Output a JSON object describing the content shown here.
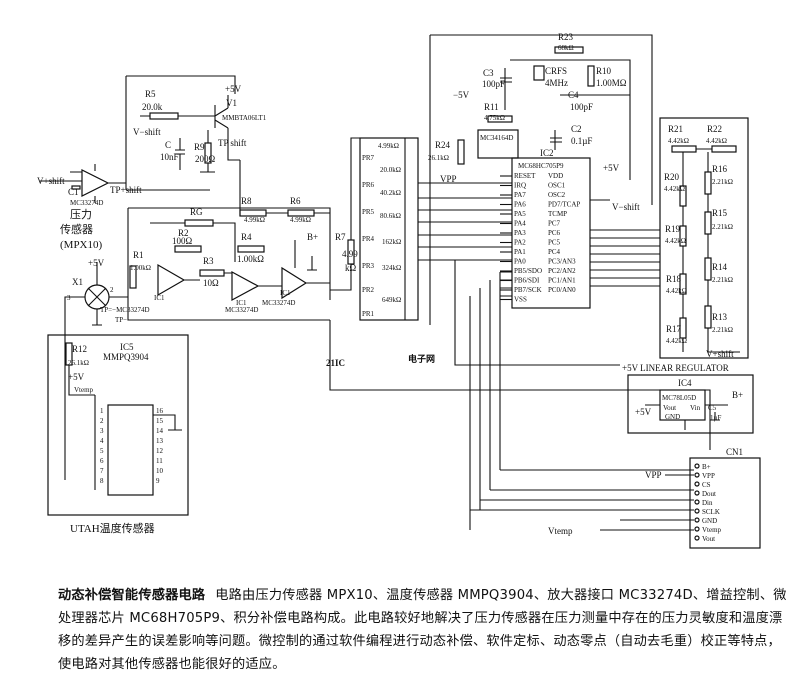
{
  "labels": {
    "vshift_left": "V+shift",
    "c1": "C1",
    "ic_mc33274d_top": "MC33274D",
    "tp_shift": "TP+shift",
    "sensor_cn1": "压力",
    "sensor_cn2": "传感器",
    "sensor_model": "(MPX10)",
    "x1": "X1",
    "plus5v_left": "+5V",
    "r5": "R5",
    "r5_val": "20.0k",
    "vshift_mid": "V−shift",
    "c": "C",
    "c_val": "10nF",
    "r9": "R9",
    "r9_val": "200Ω",
    "plus5v_top": "+5V",
    "v1": "V1",
    "mmbta": "MMBTA06LT1",
    "tp_shift2": "TP shift",
    "rg": "RG",
    "r2": "R2",
    "r2_val": "100Ω",
    "r1": "R1",
    "r1_val": "1.00kΩ",
    "r3": "R3",
    "r3_val": "10Ω",
    "r4": "R4",
    "r4_val": "1.00kΩ",
    "r8": "R8",
    "r8_val": "4.99kΩ",
    "r6": "R6",
    "r6_val": "4.99kΩ",
    "r7": "R7",
    "r7_val": "4.99",
    "r7_unit": "kΩ",
    "bplus": "B+",
    "tp_mc": "TP=−MC33274D",
    "mc_ic1b": "MC33274D",
    "mc_ic1c": "MC33274D",
    "ic1a": "IC1",
    "ic1b": "IC1",
    "ic1c": "IC1",
    "tp_minus": "TP−",
    "pr_values": [
      "4.99kΩ",
      "20.0kΩ",
      "40.2kΩ",
      "80.6kΩ",
      "162kΩ",
      "324kΩ",
      "649kΩ"
    ],
    "pr_names": [
      "PR7",
      "PR6",
      "PR5",
      "PR4",
      "PR3",
      "PR2",
      "PR1"
    ],
    "c3": "C3",
    "c3_val": "100pF",
    "minus5v": "−5V",
    "r23": "R23",
    "r23_val": "68kΩ",
    "crfs": "CRFS",
    "crfs_val": "4MHz",
    "r10": "R10",
    "r10_val": "1.00MΩ",
    "c4": "C4",
    "c4_val": "100pF",
    "r11": "R11",
    "r11_val": "4.75kΩ",
    "c2": "C2",
    "c2_val": "0.1µF",
    "r24": "R24",
    "r24_val": "26.1kΩ",
    "ic3": "MC34164D",
    "ic2": "IC2",
    "ic2_part": "MC68HC705P9",
    "vpp": "VPP",
    "plus5v_ic2": "+5V",
    "vminus_shift": "V−shift",
    "ic2_left_pins": [
      "RESET",
      "IRQ",
      "PA7",
      "PA6",
      "PA5",
      "PA4",
      "PA3",
      "PA2",
      "PA1",
      "PA0",
      "PB5/SDO",
      "PB6/SDI",
      "PB7/SCK",
      "VSS"
    ],
    "ic2_right_pins": [
      "VDD",
      "OSC1",
      "OSC2",
      "PD7/TCAP",
      "TCMP",
      "PC7",
      "PC6",
      "PC5",
      "PC4",
      "PC3/AN3",
      "PC2/AN2",
      "PC1/AN1",
      "PC0/AN0"
    ],
    "r21": "R21",
    "r21_val": "4.42kΩ",
    "r22": "R22",
    "r22_val": "4.42kΩ",
    "r20": "R20",
    "r20_val": "4.42kΩ",
    "r16": "R16",
    "r16_val": "2.21kΩ",
    "r19": "R19",
    "r19_val": "4.42kΩ",
    "r15": "R15",
    "r15_val": "2.21kΩ",
    "r18": "R18",
    "r18_val": "4.42kΩ",
    "r14": "R14",
    "r14_val": "2.21kΩ",
    "r17": "R17",
    "r17_val": "4.42kΩ",
    "r13": "R13",
    "r13_val": "2.21kΩ",
    "vplus_shift_r": "V+shift",
    "linear_reg": "+5V LINEAR REGULATOR",
    "ic4": "IC4",
    "ic4_part": "MC78L05D",
    "vout": "Vout",
    "vin": "Vin",
    "gnd": "GND",
    "c5": "C5",
    "c5_val": "1µF",
    "bplus2": "B+",
    "plus5v_reg": "+5V",
    "cn1": "CN1",
    "cn1_pins": [
      "B+",
      "VPP",
      "CS",
      "Dout",
      "Din",
      "SCLK",
      "GND",
      "Vtemp",
      "Vout"
    ],
    "vpp2": "VPP",
    "vtemp": "Vtemp",
    "r12": "R12",
    "r12_val": "26.1kΩ",
    "ic5": "IC5",
    "ic5_part": "MMPQ3904",
    "plus5v_ic5": "+5V",
    "vtemp_ic5": "Vtemp",
    "utah": "UTAH温度传感器",
    "watermark_a": "21IC",
    "watermark_b": "电子网"
  },
  "caption": {
    "title": "动态补偿智能传感器电路",
    "body": "电路由压力传感器 MPX10、温度传感器 MMPQ3904、放大器接口 MC33274D、增益控制、微处理器芯片 MC68H705P9、积分补偿电路构成。此电路较好地解决了压力传感器在压力测量中存在的压力灵敏度和温度漂移的差异产生的误差影响等问题。微控制的通过软件编程进行动态补偿、软件定标、动态零点（自动去毛重）校正等特点，使电路对其他传感器也能很好的适应。"
  },
  "colors": {
    "ink": "#111111",
    "watermark": "#d0183c"
  }
}
